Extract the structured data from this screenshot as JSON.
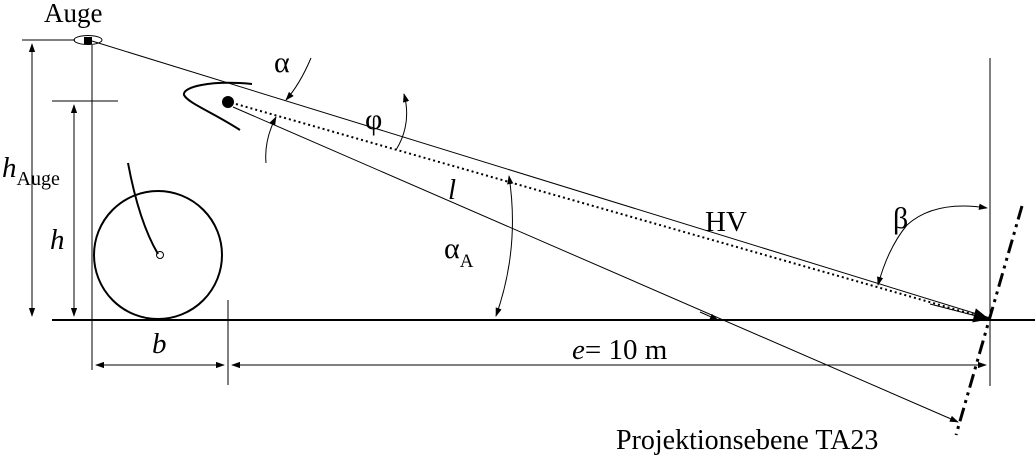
{
  "labels": {
    "eye": "Auge",
    "alpha": "α",
    "phi": "φ",
    "beta": "β",
    "h_eye_main": "h",
    "h_eye_sub": "Auge",
    "h": "h",
    "l": "l",
    "alpha_a_main": "α",
    "alpha_a_sub": "A",
    "hv": "HV",
    "b": "b",
    "e_var": "e",
    "e_value": "= 10 m",
    "projection_plane": "Projektionsebene TA23"
  },
  "colors": {
    "ink": "#000000",
    "paper": "#ffffff"
  }
}
